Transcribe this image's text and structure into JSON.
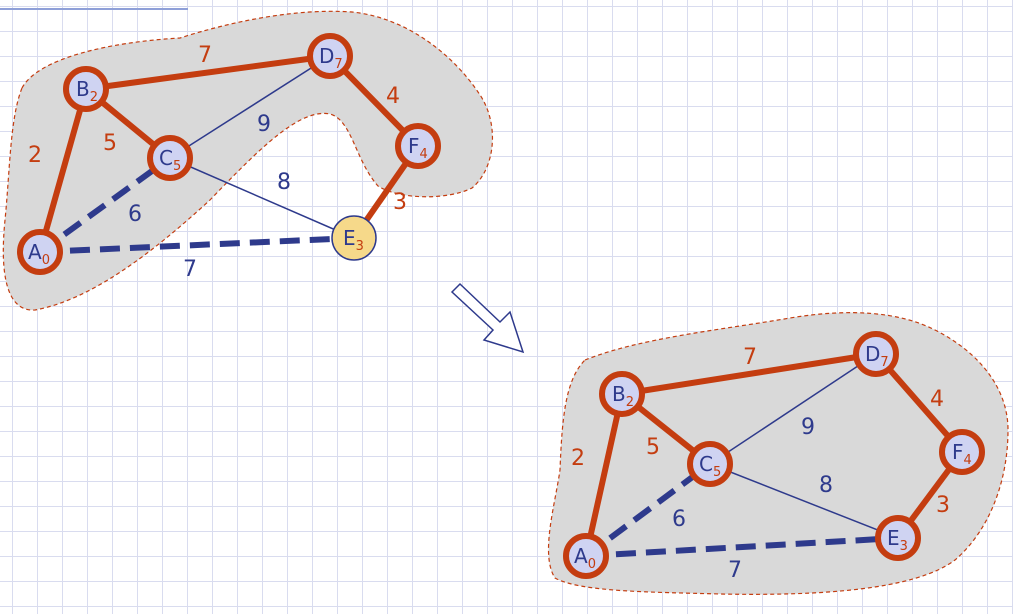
{
  "colors": {
    "tree_edge": "#c43d10",
    "graph_edge": "#2e3a8c",
    "node_fill": "#cfd3f2",
    "new_node_fill": "#f6d98a",
    "cloud_fill": "#d9d9d9",
    "cloud_border": "#c43d10"
  },
  "arrow_icon": "arrow-down-right-icon",
  "graphs": [
    {
      "id": "before",
      "nodes": [
        {
          "id": "B",
          "letter": "B",
          "dist": "2"
        },
        {
          "id": "D",
          "letter": "D",
          "dist": "7"
        },
        {
          "id": "C",
          "letter": "C",
          "dist": "5"
        },
        {
          "id": "F",
          "letter": "F",
          "dist": "4"
        },
        {
          "id": "E",
          "letter": "E",
          "dist": "3"
        },
        {
          "id": "A",
          "letter": "A",
          "dist": "0"
        }
      ],
      "edges": [
        {
          "from": "B",
          "to": "D",
          "weight": "7"
        },
        {
          "from": "D",
          "to": "F",
          "weight": "4"
        },
        {
          "from": "B",
          "to": "C",
          "weight": "5"
        },
        {
          "from": "C",
          "to": "D",
          "weight": "9"
        },
        {
          "from": "A",
          "to": "B",
          "weight": "2"
        },
        {
          "from": "C",
          "to": "E",
          "weight": "8"
        },
        {
          "from": "F",
          "to": "E",
          "weight": "3"
        },
        {
          "from": "A",
          "to": "C",
          "weight": "6"
        },
        {
          "from": "A",
          "to": "E",
          "weight": "7"
        }
      ]
    },
    {
      "id": "after",
      "nodes": [
        {
          "id": "B",
          "letter": "B",
          "dist": "2"
        },
        {
          "id": "D",
          "letter": "D",
          "dist": "7"
        },
        {
          "id": "C",
          "letter": "C",
          "dist": "5"
        },
        {
          "id": "F",
          "letter": "F",
          "dist": "4"
        },
        {
          "id": "E",
          "letter": "E",
          "dist": "3"
        },
        {
          "id": "A",
          "letter": "A",
          "dist": "0"
        }
      ],
      "edges": [
        {
          "from": "B",
          "to": "D",
          "weight": "7"
        },
        {
          "from": "D",
          "to": "F",
          "weight": "4"
        },
        {
          "from": "B",
          "to": "C",
          "weight": "5"
        },
        {
          "from": "C",
          "to": "D",
          "weight": "9"
        },
        {
          "from": "A",
          "to": "B",
          "weight": "2"
        },
        {
          "from": "C",
          "to": "E",
          "weight": "8"
        },
        {
          "from": "F",
          "to": "E",
          "weight": "3"
        },
        {
          "from": "A",
          "to": "C",
          "weight": "6"
        },
        {
          "from": "A",
          "to": "E",
          "weight": "7"
        }
      ]
    }
  ]
}
